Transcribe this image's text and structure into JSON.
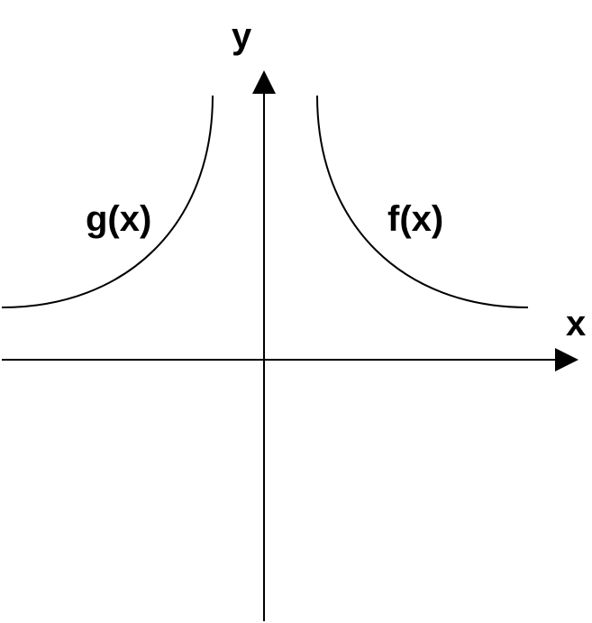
{
  "axes": {
    "x_label": "x",
    "y_label": "y"
  },
  "functions": [
    {
      "id": "g",
      "label": "g(x)"
    },
    {
      "id": "f",
      "label": "f(x)"
    }
  ],
  "colors": {
    "stroke": "#000000",
    "background": "#ffffff"
  }
}
